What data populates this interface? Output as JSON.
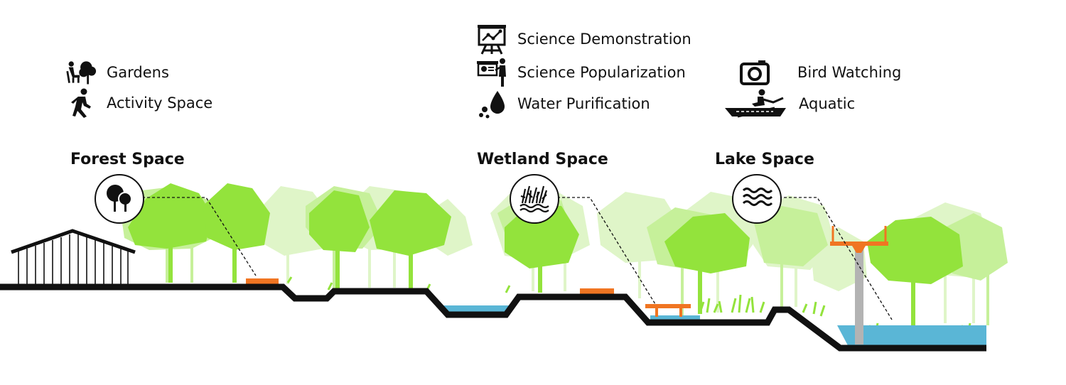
{
  "legend": {
    "gardens": {
      "label": "Gardens",
      "icon": "gardens-icon"
    },
    "activity_space": {
      "label": "Activity Space",
      "icon": "running-person-icon"
    },
    "science_demonstration": {
      "label": "Science Demonstration",
      "icon": "presentation-board-icon"
    },
    "science_popularization": {
      "label": "Science Popularization",
      "icon": "lecturer-screen-icon"
    },
    "water_purification": {
      "label": "Water Purification",
      "icon": "water-drop-icon"
    },
    "bird_watching": {
      "label": "Bird Watching",
      "icon": "camera-icon"
    },
    "aquatic": {
      "label": "Aquatic",
      "icon": "rowing-boat-icon"
    }
  },
  "zones": {
    "forest": {
      "title": "Forest Space",
      "icon": "trees-icon"
    },
    "wetland": {
      "title": "Wetland Space",
      "icon": "reeds-icon"
    },
    "lake": {
      "title": "Lake Space",
      "icon": "waves-icon"
    }
  },
  "colors": {
    "tree_primary": "#93e33c",
    "tree_light": "#c6f09a",
    "tree_pale": "#dff5c8",
    "water": "#5ab6d6",
    "ground": "#111111",
    "bench": "#f07522",
    "pole": "#b3b3b3"
  }
}
